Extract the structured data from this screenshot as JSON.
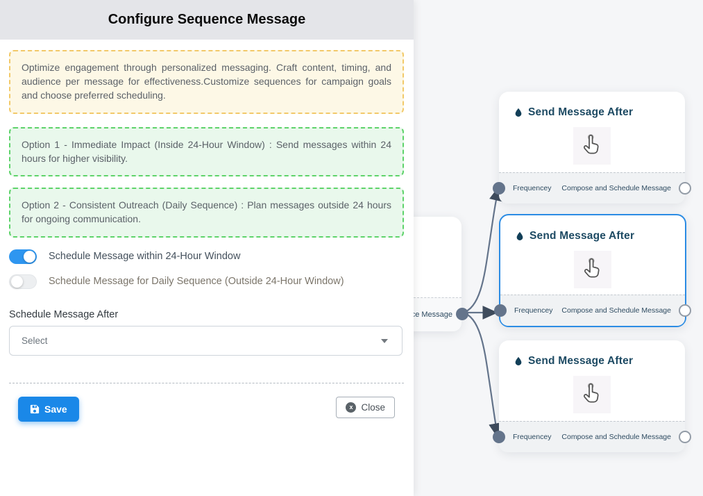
{
  "panel": {
    "title": "Configure Sequence Message",
    "info_note": "Optimize engagement through personalized messaging. Craft content, timing, and audience per message for effectiveness.Customize sequences for campaign goals and choose preferred scheduling.",
    "option1_note": "Option 1 - Immediate Impact (Inside 24-Hour Window) : Send messages within 24 hours for higher visibility.",
    "option2_note": "Option 2 - Consistent Outreach (Daily Sequence) : Plan messages outside 24 hours for ongoing communication.",
    "toggle_within": {
      "label": "Schedule Message within 24-Hour Window",
      "state": "on"
    },
    "toggle_daily": {
      "label": "Schedule Message for Daily Sequence (Outside 24-Hour Window)",
      "state": "off"
    },
    "schedule_after_label": "Schedule Message After",
    "select_placeholder": "Select",
    "save_label": "Save",
    "close_label": "Close",
    "close_icon_glyph": "x"
  },
  "flow": {
    "partial_node": {
      "visible_label": "ce Message"
    },
    "nodes": [
      {
        "title": "Send Message After",
        "footer_left": "Frequencey",
        "footer_right": "Compose and Schedule Message",
        "selected": false
      },
      {
        "title": "Send Message After",
        "footer_left": "Frequencey",
        "footer_right": "Compose and Schedule Message",
        "selected": true
      },
      {
        "title": "Send Message After",
        "footer_left": "Frequencey",
        "footer_right": "Compose and Schedule Message",
        "selected": false
      }
    ]
  },
  "colors": {
    "accent_blue": "#1a88e8",
    "toggle_on_blue": "#2e96f0",
    "selected_node_border": "#2b8ce4",
    "note_yellow_border": "#f2c969",
    "note_yellow_bg": "#fdf8e6",
    "note_green_border": "#5ed36a",
    "note_green_bg": "#e9f8ec",
    "node_title_navy": "#1d4a63",
    "edge_gray": "#64748b",
    "canvas_bg": "#f5f6f8",
    "header_bg": "#e4e5e9"
  }
}
